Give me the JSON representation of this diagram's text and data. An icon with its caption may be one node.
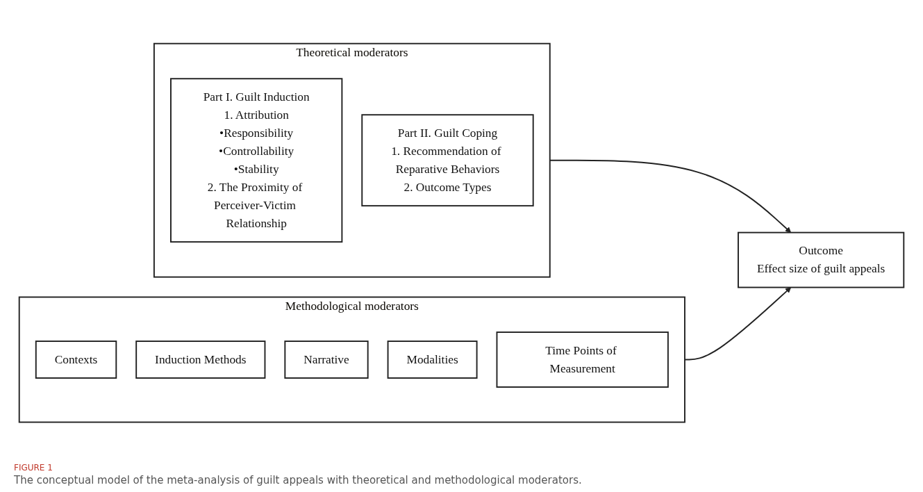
{
  "diagram": {
    "caption": "The conceptual model of the meta-analysis of guilt appeals with theoretical and methodological moderators.",
    "nodes": [
      {
        "text": [
          "Theoretical moderators"
        ]
      },
      {
        "text": [
          "Part I. Guilt Induction",
          "1. Attribution",
          "•Responsibility",
          "•Controllability",
          "•Stability",
          "2. The Proximity of Perceiver-Victim Relationship"
        ],
        "in": 0
      },
      {
        "text": [
          "Part II. Guilt Coping",
          "1. Recommendation of Reparative Behaviors",
          "2. Outcome Types"
        ],
        "in": 0
      },
      {
        "text": [
          "Methodological moderators"
        ]
      },
      {
        "text": [
          "Contexts"
        ],
        "in": 3
      },
      {
        "text": [
          "Induction Methods"
        ],
        "in": 3
      },
      {
        "text": [
          "Narrative"
        ],
        "in": 3
      },
      {
        "text": [
          "Modalities"
        ],
        "in": 3
      },
      {
        "text": [
          "Time Points of Measurement"
        ],
        "in": 3
      },
      {
        "text": [
          "Outcome",
          "Effect size of guilt appeals"
        ]
      }
    ],
    "edges": [
      {
        "from": 0,
        "to": 9,
        "arrow": "to"
      },
      {
        "from": 3,
        "to": 9,
        "arrow": "to"
      }
    ],
    "labels": [
      "FIGURE 1"
    ]
  }
}
